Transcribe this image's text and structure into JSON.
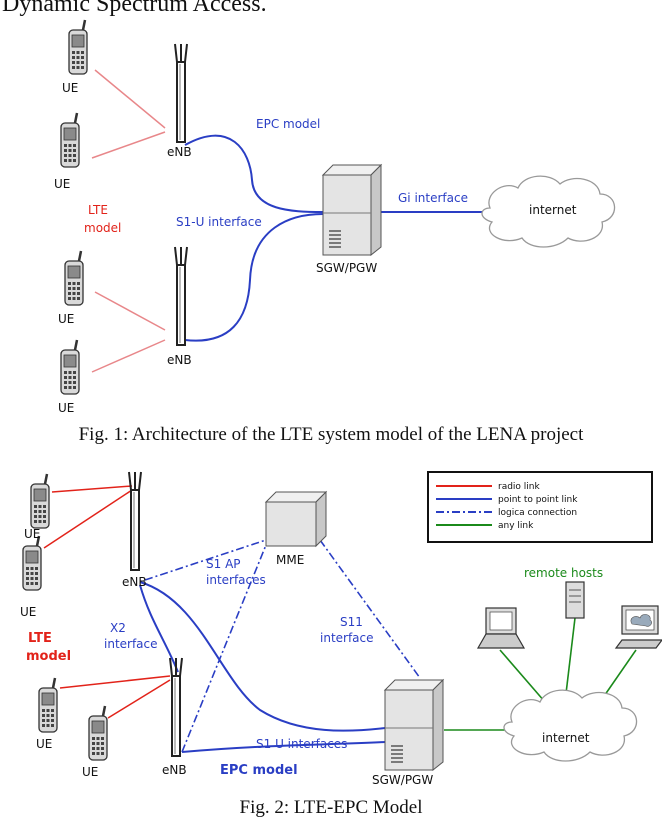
{
  "header_text": "Dynamic Spectrum Access.",
  "figure1": {
    "caption": "Fig. 1: Architecture of the LTE system model of the LENA project",
    "ue_label": "UE",
    "enb_label": "eNB",
    "epc_model": "EPC model",
    "lte_model": "LTE\nmodel",
    "s1u_interface": "S1-U interface",
    "gi_interface": "Gi interface",
    "internet": "internet",
    "sgw_pgw": "SGW/PGW"
  },
  "figure2": {
    "caption": "Fig. 2: LTE-EPC Model",
    "ue_label": "UE",
    "enb_label": "eNB",
    "mme": "MME",
    "s1ap_line1": "S1 AP",
    "s1ap_line2": "interfaces",
    "x2_line1": "X2",
    "x2_line2": "interface",
    "s11_line1": "S11",
    "s11_line2": "interface",
    "lte_line1": "LTE",
    "lte_line2": "model",
    "s1u_interfaces": "S1 U interfaces",
    "epc_model": "EPC model",
    "sgw_pgw": "SGW/PGW",
    "internet": "internet",
    "remote_hosts": "remote hosts",
    "legend": [
      {
        "label": "radio link",
        "color": "#e2231a",
        "style": "solid"
      },
      {
        "label": "point to point link",
        "color": "#2a3ec4",
        "style": "solid"
      },
      {
        "label": "logica  connection",
        "color": "#2a3ec4",
        "style": "dashdot"
      },
      {
        "label": "any link",
        "color": "#1b8a1b",
        "style": "solid"
      }
    ]
  },
  "colors": {
    "blue": "#2a3ec4",
    "red": "#e2231a",
    "green": "#1b8a1b"
  }
}
